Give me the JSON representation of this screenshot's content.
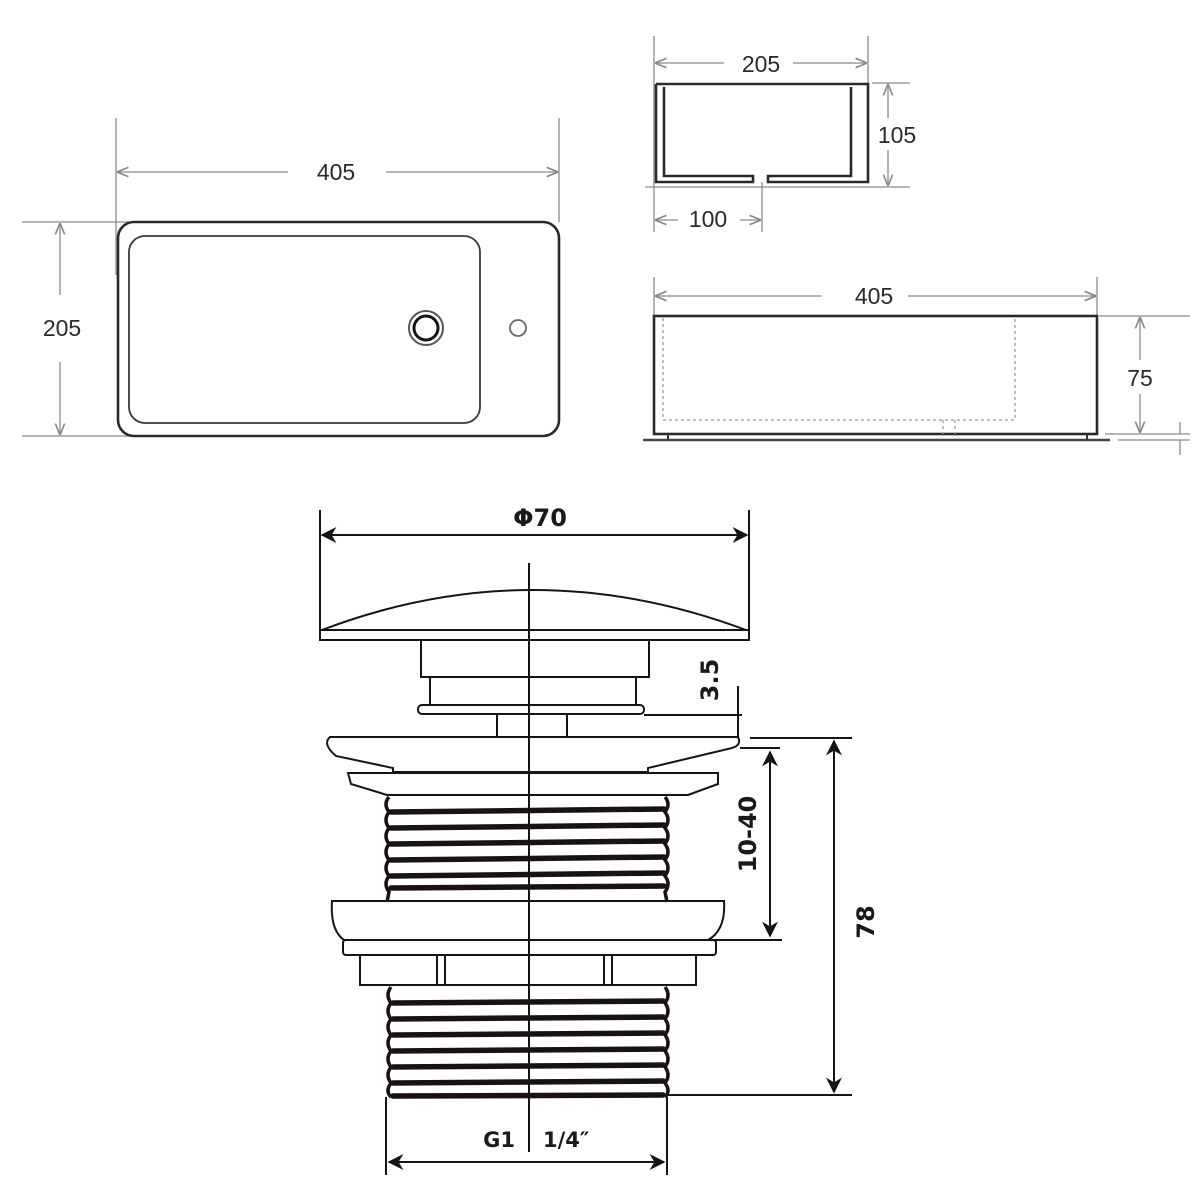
{
  "drawing": {
    "title": "Wall-hung basin and pop-up waste technical drawing",
    "units": "mm",
    "colors": {
      "line": "#2a2a2a",
      "dimension_line": "#8a8a8a",
      "waste_line": "#151515",
      "background": "#ffffff"
    }
  },
  "views": {
    "top_view": {
      "label": "basin-top-view",
      "width_label": "405",
      "depth_label": "205"
    },
    "side_section": {
      "label": "basin-side-section",
      "width_label": "205",
      "height_label": "105",
      "drain_offset_label": "100"
    },
    "front_view": {
      "label": "basin-front-view",
      "width_label": "405",
      "height_label": "75"
    },
    "waste": {
      "label": "pop-up-waste-elevation",
      "cap_diameter_label": "Φ70",
      "cap_gap_label": "3.5",
      "clamp_range_label": "10-40",
      "overall_height_label": "78",
      "thread_label_left": "G1",
      "thread_label_right": "1/4″"
    }
  }
}
